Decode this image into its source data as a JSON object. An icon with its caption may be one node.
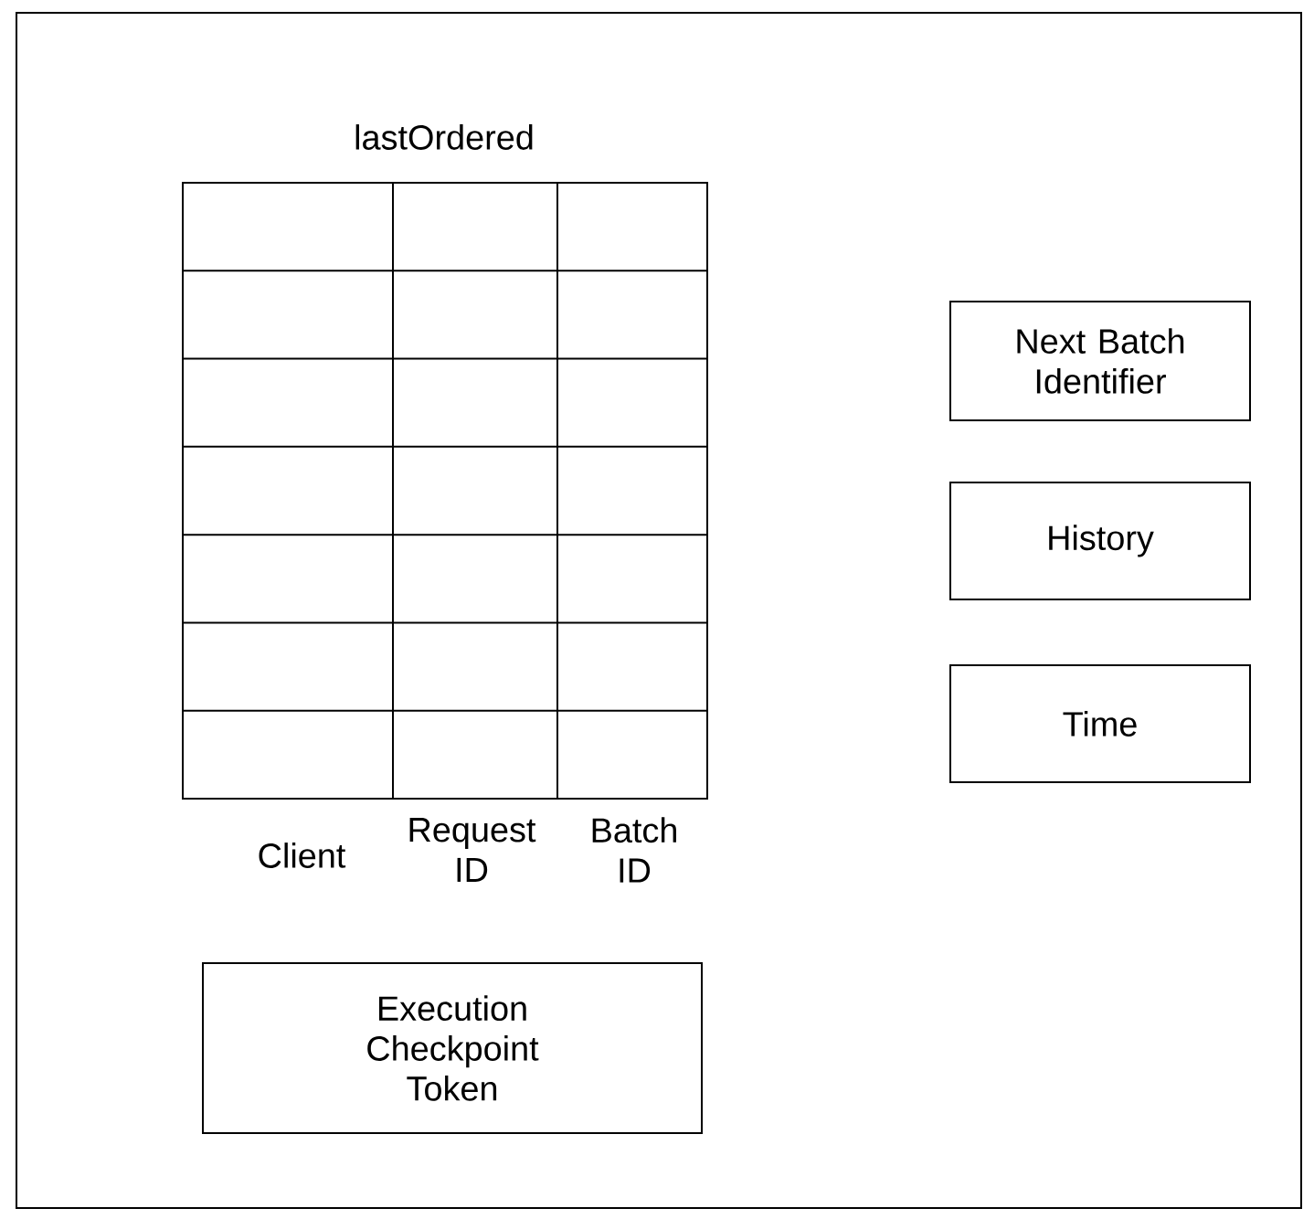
{
  "diagram": {
    "nodes": [
      {
        "text": [
          "lastOrdered"
        ]
      },
      {
        "text": [
          "Next Batch Identifier"
        ]
      },
      {
        "text": [
          "History"
        ]
      },
      {
        "text": [
          "Time"
        ]
      },
      {
        "text": [
          "Execution Checkpoint Token"
        ]
      }
    ],
    "labels": [
      "Client",
      "Request ID",
      "Batch ID"
    ]
  }
}
